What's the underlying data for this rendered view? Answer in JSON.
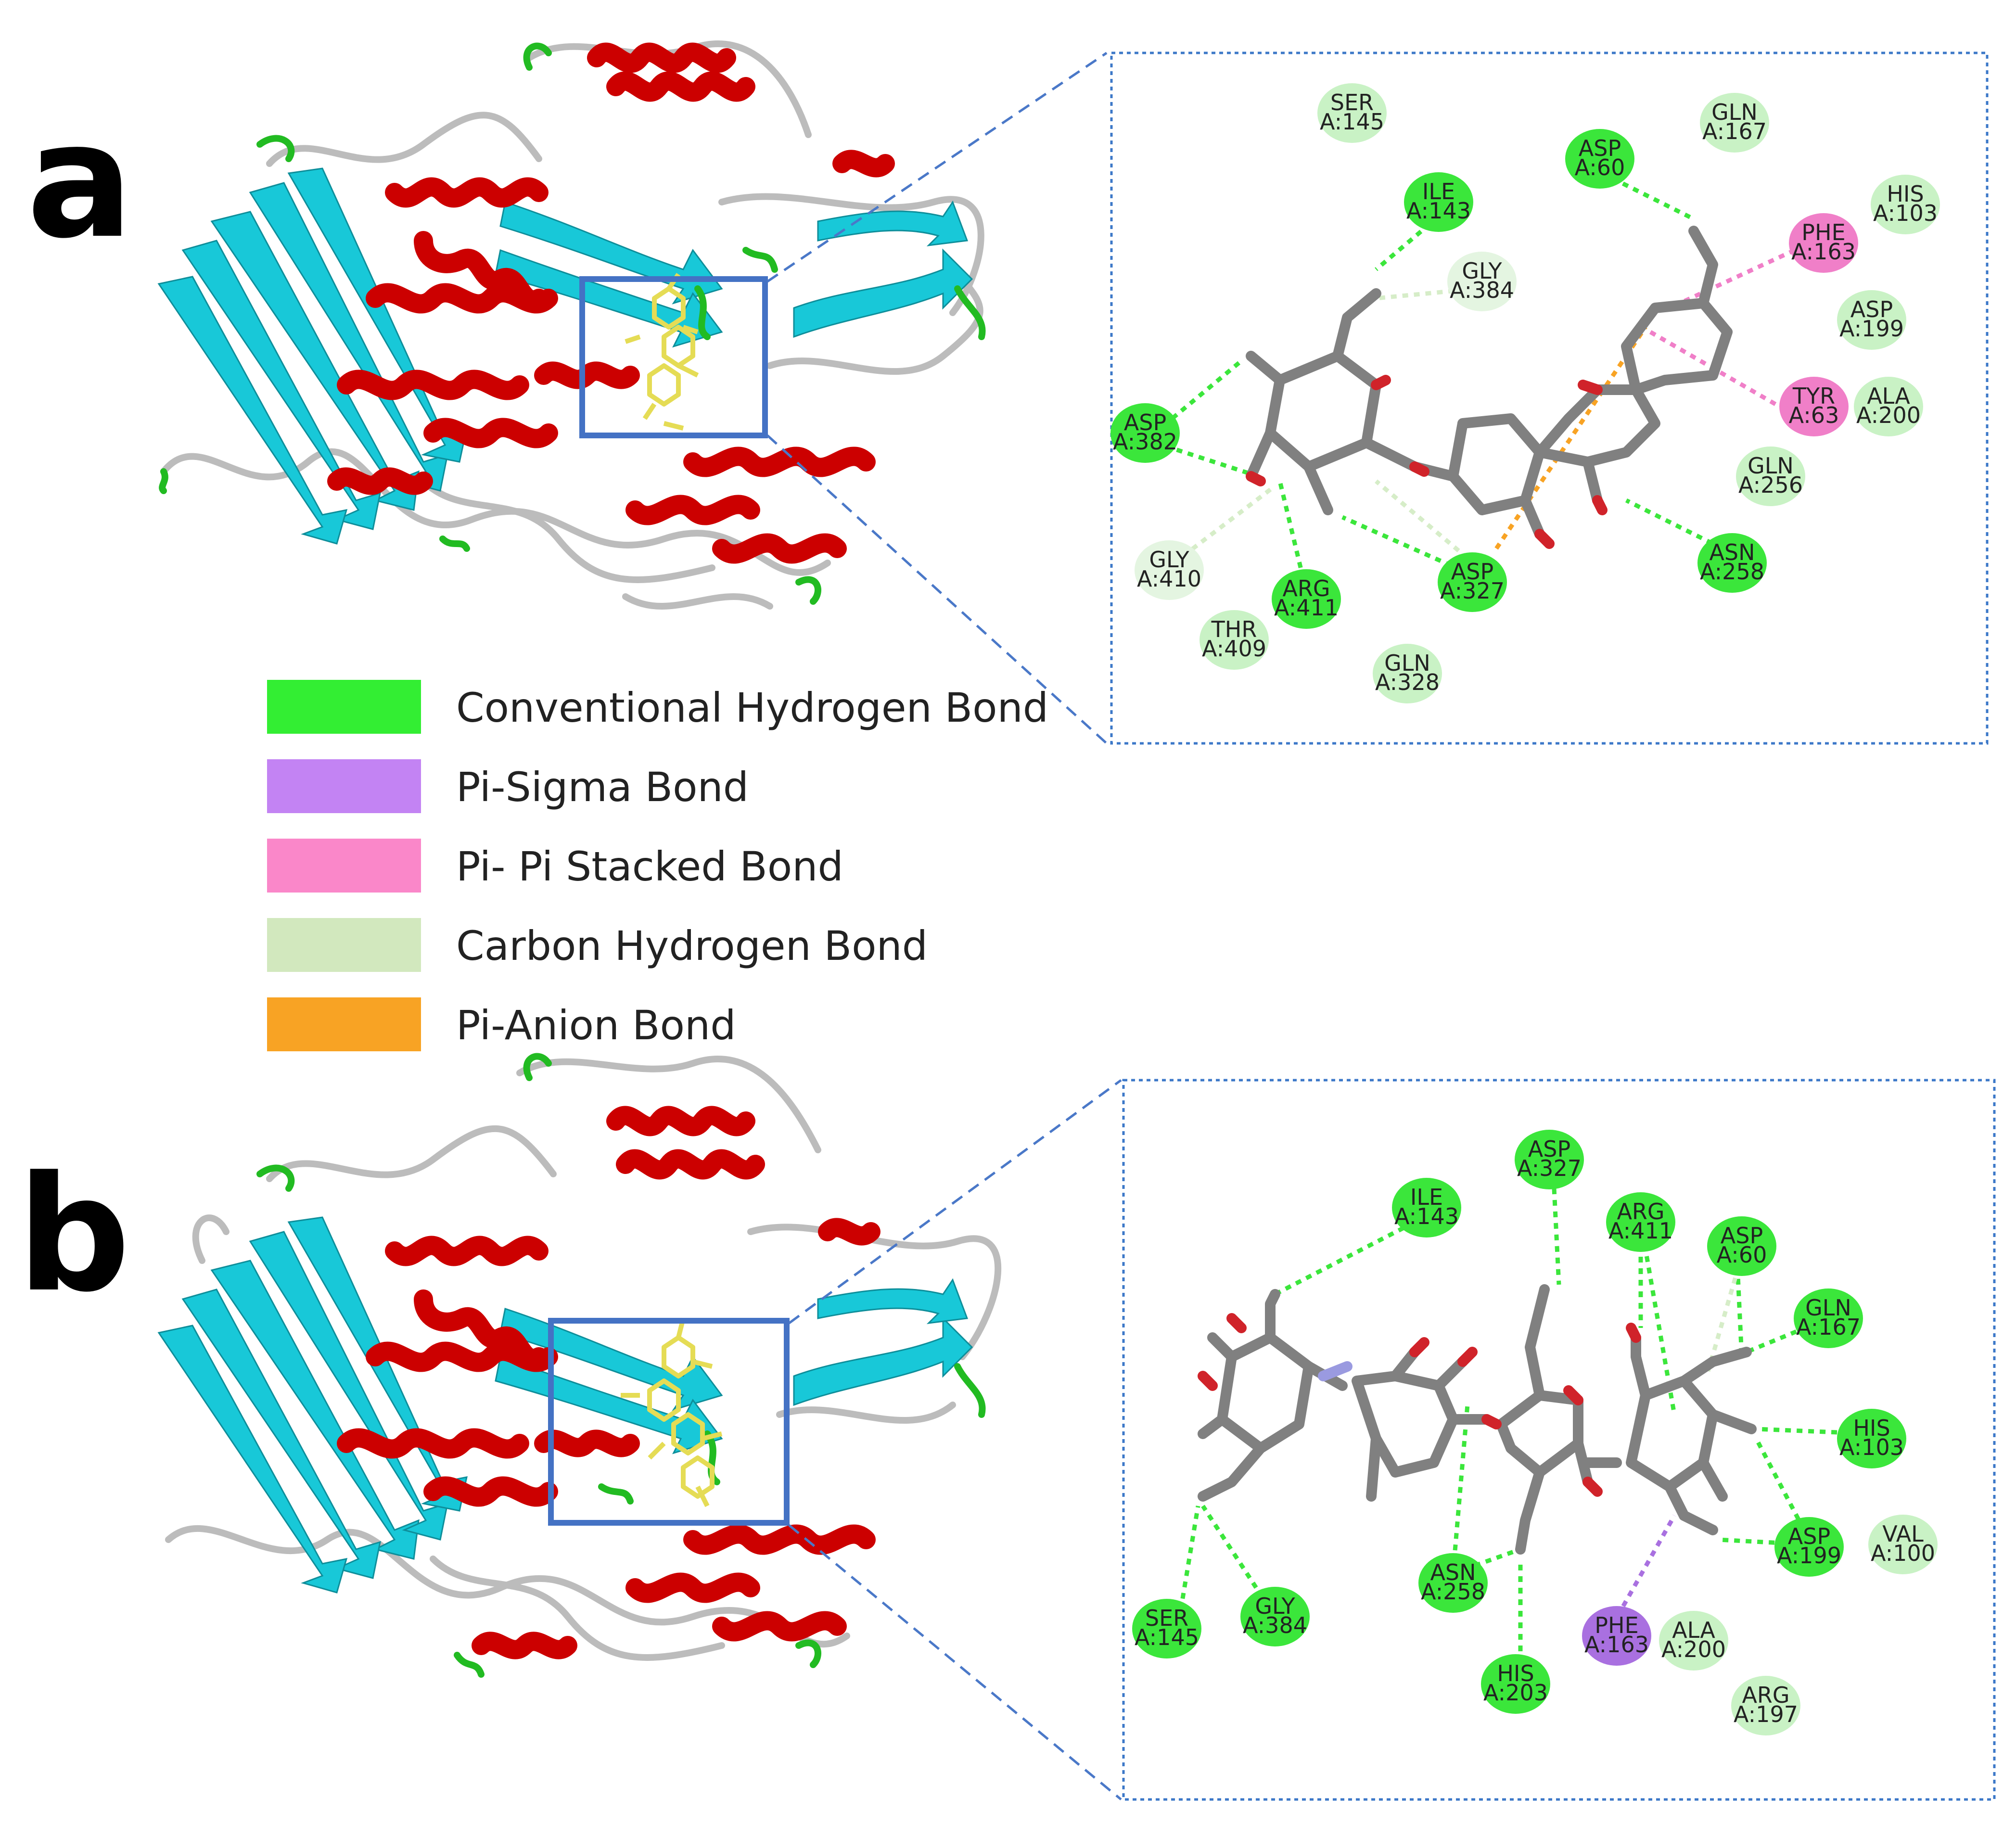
{
  "panels": [
    {
      "letter": "a",
      "residues": [
        {
          "name": "SER",
          "id": "A:145",
          "type": "vdw"
        },
        {
          "name": "GLN",
          "id": "A:167",
          "type": "vdw"
        },
        {
          "name": "ASP",
          "id": "A:60",
          "type": "conv"
        },
        {
          "name": "ILE",
          "id": "A:143",
          "type": "conv"
        },
        {
          "name": "HIS",
          "id": "A:103",
          "type": "vdw"
        },
        {
          "name": "PHE",
          "id": "A:163",
          "type": "pipi"
        },
        {
          "name": "GLY",
          "id": "A:384",
          "type": "carbon"
        },
        {
          "name": "ASP",
          "id": "A:199",
          "type": "vdw"
        },
        {
          "name": "ASP",
          "id": "A:382",
          "type": "conv"
        },
        {
          "name": "TYR",
          "id": "A:63",
          "type": "pipi"
        },
        {
          "name": "ALA",
          "id": "A:200",
          "type": "vdw"
        },
        {
          "name": "GLN",
          "id": "A:256",
          "type": "vdw"
        },
        {
          "name": "GLY",
          "id": "A:410",
          "type": "carbon"
        },
        {
          "name": "ARG",
          "id": "A:411",
          "type": "conv"
        },
        {
          "name": "ASP",
          "id": "A:327",
          "type": "conv"
        },
        {
          "name": "ASN",
          "id": "A:258",
          "type": "conv"
        },
        {
          "name": "THR",
          "id": "A:409",
          "type": "vdw"
        },
        {
          "name": "GLN",
          "id": "A:328",
          "type": "vdw"
        }
      ]
    },
    {
      "letter": "b",
      "residues": [
        {
          "name": "ASP",
          "id": "A:327",
          "type": "conv"
        },
        {
          "name": "ILE",
          "id": "A:143",
          "type": "conv"
        },
        {
          "name": "ARG",
          "id": "A:411",
          "type": "conv"
        },
        {
          "name": "ASP",
          "id": "A:60",
          "type": "conv"
        },
        {
          "name": "GLN",
          "id": "A:167",
          "type": "conv"
        },
        {
          "name": "HIS",
          "id": "A:103",
          "type": "conv"
        },
        {
          "name": "ASP",
          "id": "A:199",
          "type": "conv"
        },
        {
          "name": "VAL",
          "id": "A:100",
          "type": "vdw"
        },
        {
          "name": "ASN",
          "id": "A:258",
          "type": "conv"
        },
        {
          "name": "SER",
          "id": "A:145",
          "type": "conv"
        },
        {
          "name": "GLY",
          "id": "A:384",
          "type": "conv"
        },
        {
          "name": "PHE",
          "id": "A:163",
          "type": "pisigma"
        },
        {
          "name": "ALA",
          "id": "A:200",
          "type": "vdw"
        },
        {
          "name": "HIS",
          "id": "A:203",
          "type": "conv"
        },
        {
          "name": "ARG",
          "id": "A:197",
          "type": "vdw"
        }
      ]
    }
  ],
  "legend": [
    {
      "label": "Conventional Hydrogen Bond",
      "color": "#33ee33"
    },
    {
      "label": "Pi-Sigma Bond",
      "color": "#c383f3"
    },
    {
      "label": "Pi- Pi Stacked Bond",
      "color": "#fa87c9"
    },
    {
      "label": "Carbon Hydrogen Bond",
      "color": "#d2e8be"
    },
    {
      "label": "Pi-Anion Bond",
      "color": "#f8a324"
    }
  ],
  "colors": {
    "helix": "#cc0000",
    "sheet": "#18c8d8",
    "loop": "#bcbcbc",
    "turn": "#22bb22",
    "ligand": "#e5dc55",
    "box": "#4472c4",
    "zoom_line": "#4a78c8",
    "bond": "#808080",
    "nitrogen": "#9a9ae0",
    "oxygen": "#d0232a",
    "conv": "#3be63b",
    "vdw": "#c9f2c5",
    "carbon": "#e4f5e1",
    "pipi": "#f07fc8",
    "pisigma": "#a970e0"
  }
}
